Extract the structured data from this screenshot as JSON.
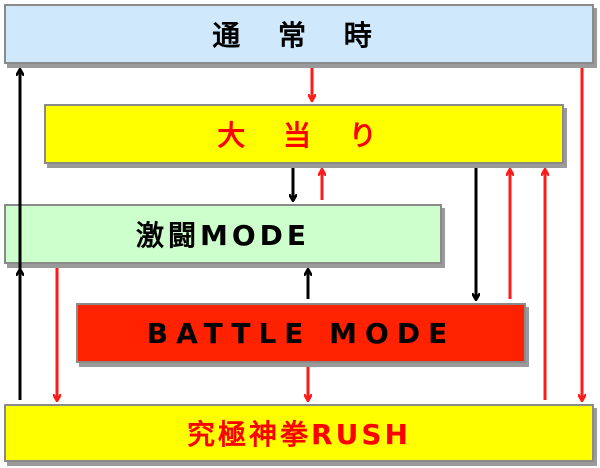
{
  "states": {
    "normal": {
      "label": "通 常 時",
      "bg": "#cfe8fb",
      "fg": "#000000"
    },
    "jackpot": {
      "label": "大 当 り",
      "bg": "#ffff00",
      "fg": "#ff0000"
    },
    "gekito": {
      "label": "激闘MODE",
      "bg": "#ccffcc",
      "fg": "#000000"
    },
    "battle": {
      "label": "BATTLE MODE",
      "bg": "#ff2200",
      "fg": "#000000"
    },
    "rush": {
      "label": "究極神拳RUSH",
      "bg": "#ffff00",
      "fg": "#ff0000"
    }
  },
  "colors": {
    "red_arrow": "#ff1a1a",
    "black_arrow": "#000000"
  }
}
